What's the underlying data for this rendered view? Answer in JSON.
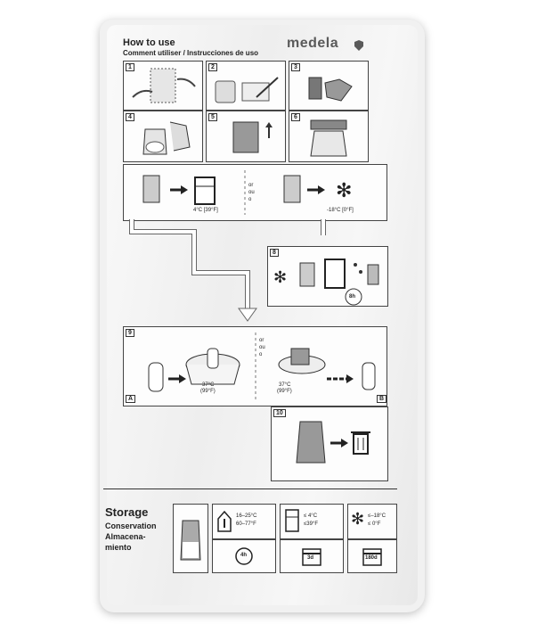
{
  "header": {
    "title": "How to use",
    "subtitle": "Comment utiliser / Instrucciones de uso",
    "brand": "medela"
  },
  "steps": {
    "s1": "1",
    "s2": "2",
    "s3": "3",
    "s4": "4",
    "s5": "5",
    "s6": "6",
    "s8": "8",
    "s9": "9",
    "s10": "10",
    "or_text": "or",
    "ou_text": "ou",
    "o_text": "o",
    "fridge_temp": "4°C [39°F]",
    "freeze_temp": "-18°C [0°F]",
    "warm_temp_a": "37°C",
    "warm_temp_a_f": "(99°F)",
    "warm_temp_b": "37°C",
    "warm_temp_b_f": "(99°F)",
    "thaw_time": "8h",
    "label_a": "A",
    "label_b": "B"
  },
  "storage": {
    "title": "Storage",
    "line2": "Conservation",
    "line3": "Almacena-",
    "line4": "miento",
    "room_c": "16–25°C",
    "room_f": "60–77°F",
    "room_time": "4h",
    "fridge_c": "≤ 4°C",
    "fridge_f": "≤39°F",
    "fridge_time": "3d",
    "freezer_c": "≤–18°C",
    "freezer_f": "≤ 0°F",
    "freezer_time": "180d"
  }
}
